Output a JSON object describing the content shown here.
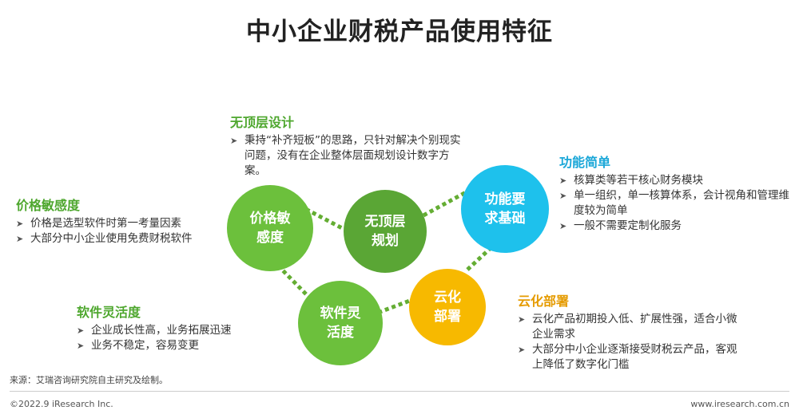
{
  "title": "中小企业财税产品使用特征",
  "colors": {
    "green": "#6cc03c",
    "darkgreen": "#5aa635",
    "cyan": "#1ec1ec",
    "yellow": "#f7b900",
    "link": "#64ad33",
    "title_green": "#4ea72e",
    "title_cyan": "#1aa7d8",
    "title_yellow": "#e59b00"
  },
  "nodes": {
    "price": {
      "line1": "价格敏",
      "line2": "感度"
    },
    "nolayer": {
      "line1": "无顶层",
      "line2": "规划"
    },
    "function": {
      "line1": "功能要",
      "line2": "求基础"
    },
    "flex": {
      "line1": "软件灵",
      "line2": "活度"
    },
    "cloud": {
      "line1": "云化",
      "line2": "部署"
    }
  },
  "blocks": {
    "price": {
      "title": "价格敏感度",
      "items": [
        "价格是选型软件时第一考量因素",
        "大部分中小企业使用免费财税软件"
      ]
    },
    "nolayer": {
      "title": "无顶层设计",
      "items": [
        "秉持“补齐短板”的思路，只针对解决个别现实问题，没有在企业整体层面规划设计数字方案。"
      ]
    },
    "function": {
      "title": "功能简单",
      "items": [
        "核算类等若干核心财务模块",
        "单一组织，单一核算体系，会计视角和管理维度较为简单",
        "一般不需要定制化服务"
      ]
    },
    "flex": {
      "title": "软件灵活度",
      "items": [
        "企业成长性高，业务拓展迅速",
        "业务不稳定，容易变更"
      ]
    },
    "cloud": {
      "title": "云化部署",
      "items": [
        "云化产品初期投入低、扩展性强，适合小微企业需求",
        "大部分中小企业逐渐接受财税云产品，客观上降低了数字化门槛"
      ]
    }
  },
  "footer": {
    "source": "来源：艾瑞咨询研究院自主研究及绘制。",
    "copyright": "©2022.9 iResearch Inc.",
    "website": "www.iresearch.com.cn"
  }
}
